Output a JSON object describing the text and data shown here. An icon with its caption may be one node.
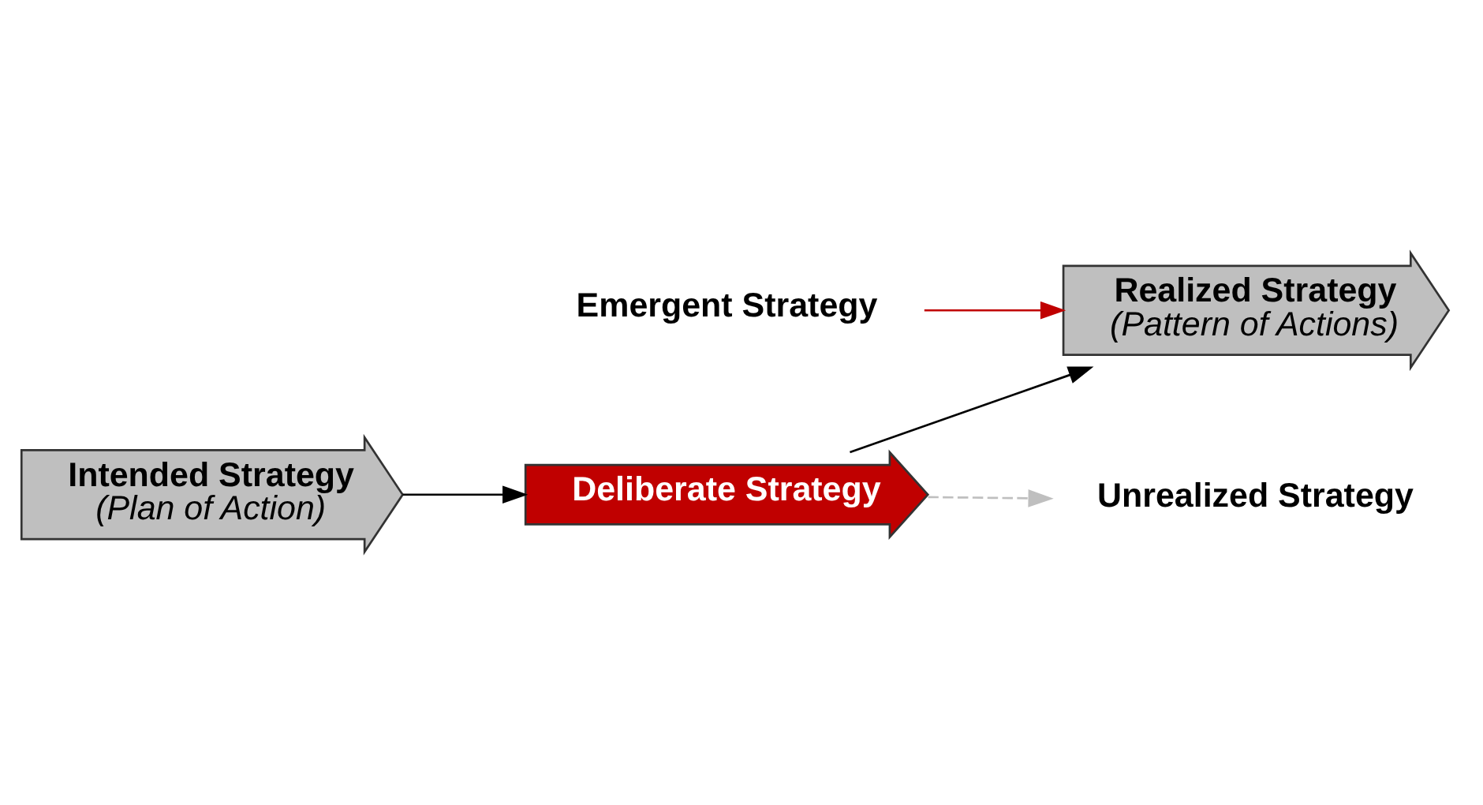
{
  "diagram": {
    "nodes": [
      {
        "text": [
          "Intended Strategy",
          "(Plan of Action)"
        ]
      },
      {
        "text": [
          "Deliberate Strategy"
        ]
      },
      {
        "text": [
          "Realized Strategy",
          "(Pattern of Actions)"
        ]
      },
      {
        "text": [
          "Unrealized Strategy"
        ]
      },
      {
        "text": [
          "Emergent Strategy"
        ]
      }
    ],
    "edges": [
      {
        "from": 0,
        "to": 1,
        "arrow": "to"
      },
      {
        "from": 1,
        "to": 2,
        "arrow": "to"
      },
      {
        "from": 1,
        "to": 3,
        "arrow": "to",
        "style": "dashed",
        "color": "#bfbfbf"
      },
      {
        "from": 4,
        "to": 2,
        "arrow": "to",
        "color": "#c00000"
      }
    ]
  }
}
